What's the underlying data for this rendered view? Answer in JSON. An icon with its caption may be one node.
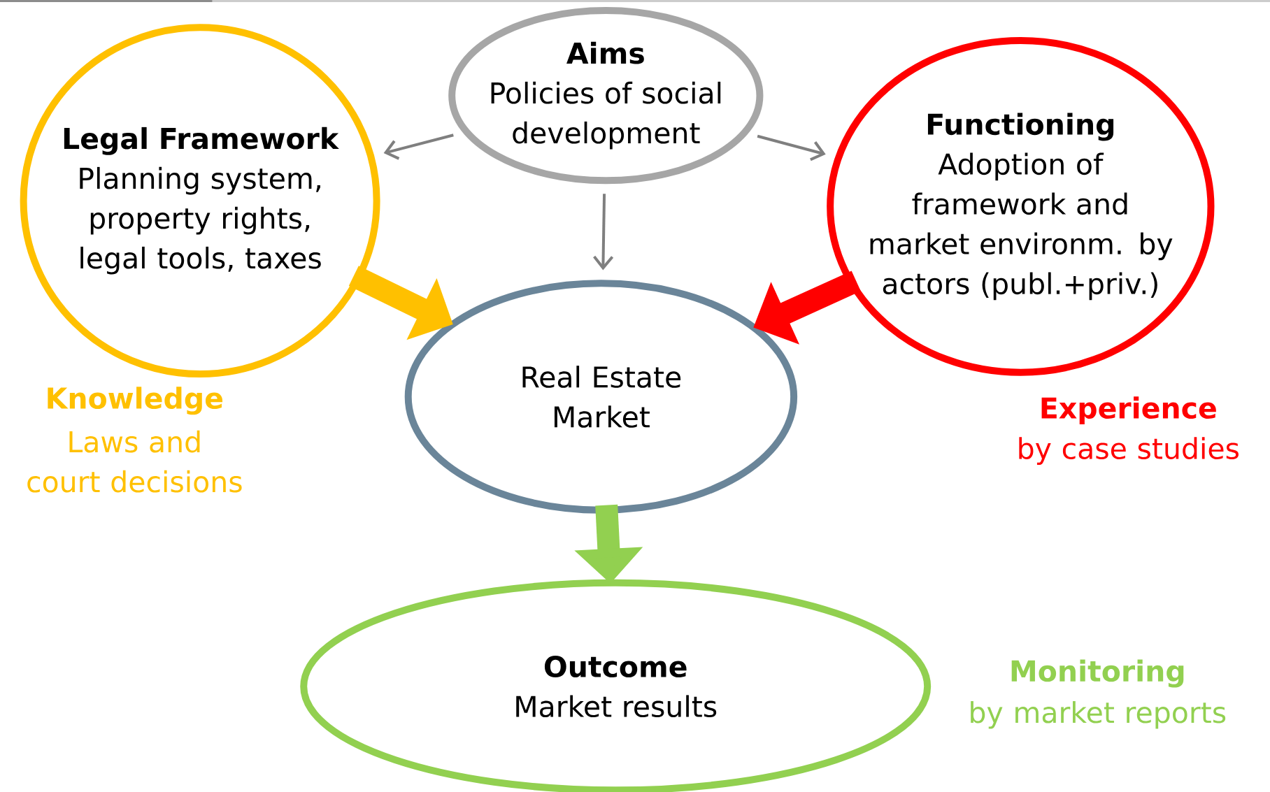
{
  "diagram": {
    "nodes": [
      {
        "text": [
          "Aims",
          "Policies of social development"
        ]
      },
      {
        "text": [
          "Legal Framework",
          "Planning system, property rights, legal tools, taxes"
        ],
        "beside": [
          "Knowledge",
          "Laws and court decisions"
        ]
      },
      {
        "text": [
          "Functioning",
          "Adoption of framework and market environm. by actors (publ.+priv.)"
        ],
        "beside": [
          "Experience",
          "by case studies"
        ]
      },
      {
        "text": [
          "Real Estate Market"
        ]
      },
      {
        "text": [
          "Outcome",
          "Market results"
        ],
        "beside": [
          "Monitoring",
          "by market reports"
        ]
      }
    ],
    "edges": [
      {
        "from": 0,
        "to": 1,
        "arrow": "to",
        "color": "#7f7f7f"
      },
      {
        "from": 0,
        "to": 2,
        "arrow": "to",
        "color": "#7f7f7f"
      },
      {
        "from": 0,
        "to": 3,
        "arrow": "to",
        "color": "#7f7f7f"
      },
      {
        "from": 1,
        "to": 3,
        "arrow": "to",
        "style": "thick",
        "color": "#ffc000"
      },
      {
        "from": 2,
        "to": 3,
        "arrow": "to",
        "style": "thick",
        "color": "#ff0000"
      },
      {
        "from": 3,
        "to": 4,
        "arrow": "to",
        "style": "thick",
        "color": "#92d050"
      }
    ]
  }
}
